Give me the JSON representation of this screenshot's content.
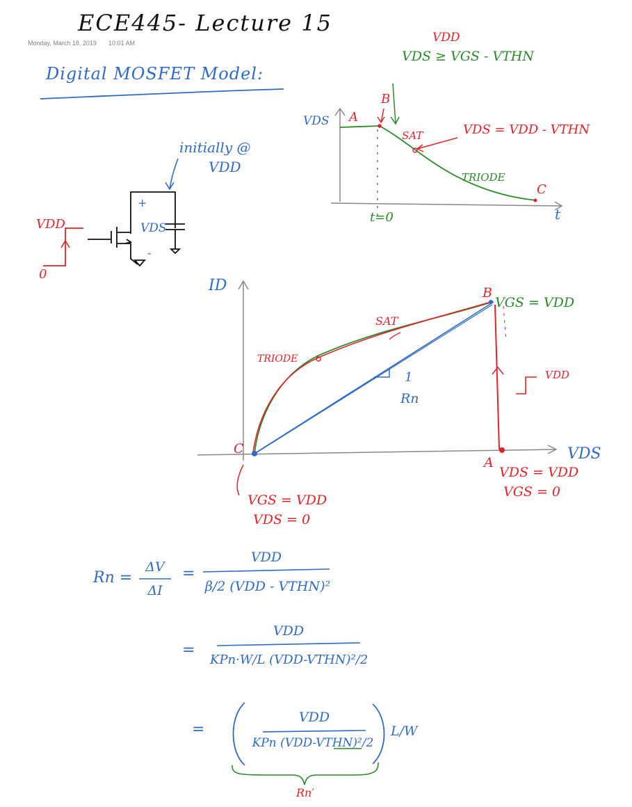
{
  "title": "ECE445- Lecture 15",
  "date": "Monday, March 18, 2019",
  "time": "10:01 AM",
  "heading": "Digital MOSFET Model:",
  "colors": {
    "red": "#e0232a",
    "blue": "#2f6bc2",
    "green": "#2a8a2a",
    "black": "#111111",
    "axis": "#888888"
  },
  "circuit": {
    "note_line1": "initially @",
    "note_line2": "VDD",
    "vdd": "VDD",
    "zero": "0",
    "vds": "VDS",
    "plus": "+",
    "minus": "-"
  },
  "timing": {
    "vdd": "VDD",
    "condition": "VDS ≥ VGS - VTHN",
    "y_label": "VDS",
    "point_a": "A",
    "point_b": "B",
    "point_c": "C",
    "sat": "SAT",
    "triode": "TRIODE",
    "sat_condition": "VDS = VDD - VTHN",
    "t_label": "t",
    "t0": "t=0"
  },
  "iv_plot": {
    "y_label": "ID",
    "x_label": "VDS",
    "point_b": "B",
    "b_condition": "VGS = VDD",
    "point_c": "C",
    "point_a": "A",
    "a_line1": "VDS = VDD",
    "a_line2": "VGS = 0",
    "c_line1": "VGS = VDD",
    "c_line2": "VDS = 0",
    "sat": "SAT",
    "triode": "TRIODE",
    "slope_num": "1",
    "slope_den": "Rn",
    "input_vdd": "VDD"
  },
  "equations": {
    "lhs": "Rn =",
    "dv": "ΔV",
    "di": "ΔI",
    "eq": "=",
    "num1": "VDD",
    "den1": "β/2 (VDD - VTHN)²",
    "num2": "VDD",
    "den2": "KPn·W/L (VDD-VTHN)²/2",
    "num3": "VDD",
    "den3": "KPn (VDD-VTHN)²/2",
    "lw": "L/W",
    "brace_label": "Rn′"
  }
}
